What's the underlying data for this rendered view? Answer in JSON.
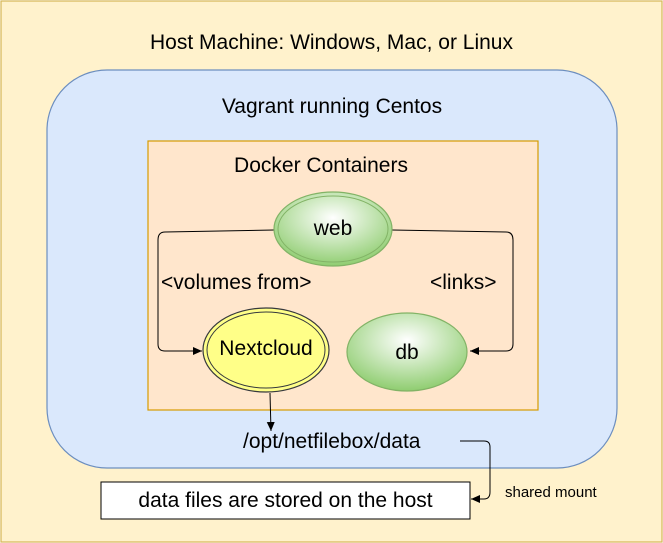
{
  "host": {
    "title": "Host Machine: Windows, Mac, or Linux"
  },
  "vagrant": {
    "title": "Vagrant running Centos"
  },
  "docker": {
    "title": "Docker Containers"
  },
  "nodes": {
    "web": "web",
    "nextcloud": "Nextcloud",
    "db": "db"
  },
  "edges": {
    "volumes_from": "<volumes from>",
    "links": "<links>",
    "shared_mount": "shared mount"
  },
  "path": "/opt/netfilebox/data",
  "host_storage": "data files are stored on the host",
  "colors": {
    "host_fill": "#fff2cc",
    "host_stroke": "#d6b656",
    "vagrant_fill": "#dae8fc",
    "vagrant_stroke": "#6c8ebf",
    "docker_fill": "#ffe6cc",
    "docker_stroke": "#d79b00",
    "green_fill": "#b9e0a5",
    "green_stroke": "#82b366",
    "yellow_fill": "#ffff88",
    "yellow_stroke": "#36393d"
  }
}
